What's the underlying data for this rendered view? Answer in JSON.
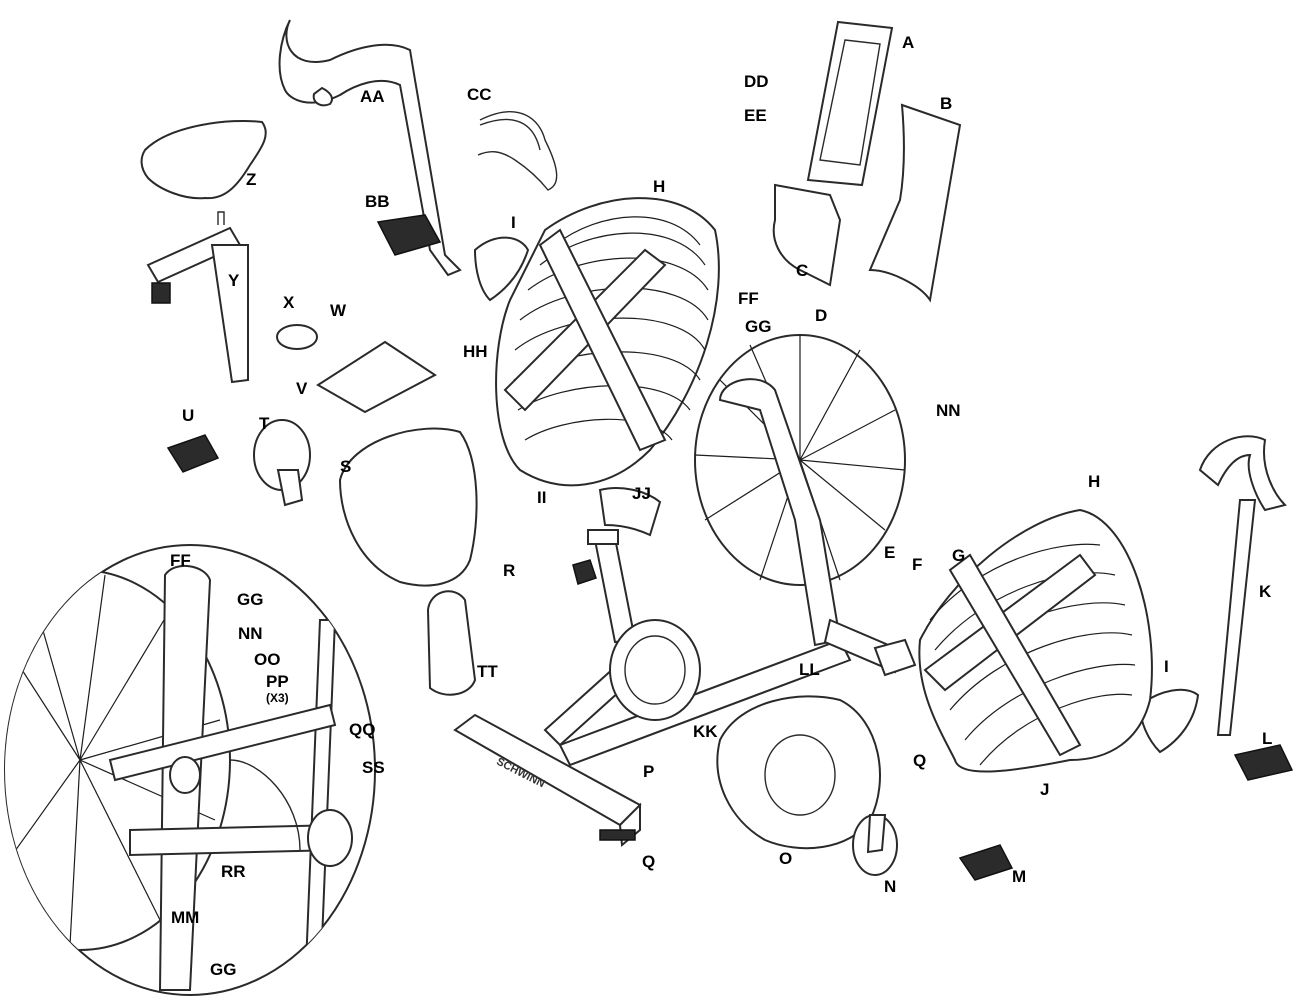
{
  "diagram": {
    "labels": {
      "A": "A",
      "B": "B",
      "C": "C",
      "D": "D",
      "E": "E",
      "F": "F",
      "G": "G",
      "H1": "H",
      "H2": "H",
      "I1": "I",
      "I2": "I",
      "J": "J",
      "K": "K",
      "L": "L",
      "M": "M",
      "N": "N",
      "O": "O",
      "P": "P",
      "Q1": "Q",
      "Q2": "Q",
      "R": "R",
      "S": "S",
      "T": "T",
      "U": "U",
      "V": "V",
      "W": "W",
      "X": "X",
      "Y": "Y",
      "Z": "Z",
      "AA": "AA",
      "BB": "BB",
      "CC": "CC",
      "DD": "DD",
      "EE": "EE",
      "FF1": "FF",
      "GG1": "GG",
      "HH": "HH",
      "II": "II",
      "JJ": "JJ",
      "KK": "KK",
      "LL": "LL",
      "NN1": "NN",
      "TT": "TT",
      "inset_FF": "FF",
      "inset_GG1": "GG",
      "inset_NN": "NN",
      "inset_OO": "OO",
      "inset_PP": "PP",
      "inset_PP_qty": "(X3)",
      "inset_QQ": "QQ",
      "inset_SS": "SS",
      "inset_RR": "RR",
      "inset_MM": "MM",
      "inset_GG2": "GG"
    },
    "brand_text": "SCHWINN"
  }
}
